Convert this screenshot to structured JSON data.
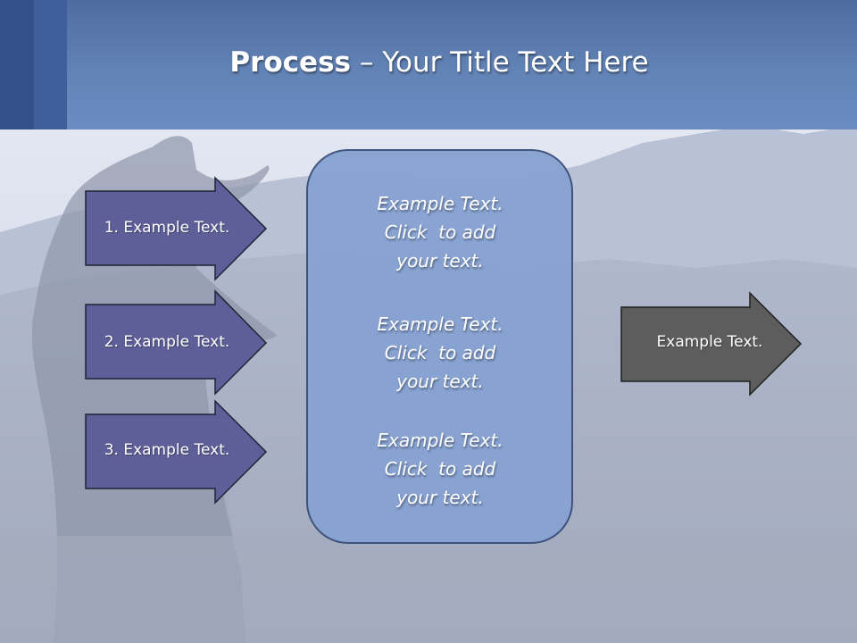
{
  "slide": {
    "title_bold": "Process",
    "title_rest": " – Your Title Text Here"
  },
  "left_arrows": [
    {
      "label": "1. Example Text."
    },
    {
      "label": "2. Example Text."
    },
    {
      "label": "3. Example Text."
    }
  ],
  "center_box": {
    "paragraphs": [
      {
        "line1": "Example Text.",
        "line2": "Click  to add",
        "line3": "your text."
      },
      {
        "line1": "Example Text.",
        "line2": "Click  to add",
        "line3": "your text."
      },
      {
        "line1": "Example Text.",
        "line2": "Click  to add",
        "line3": "your text."
      }
    ]
  },
  "right_arrow": {
    "label": "Example Text."
  },
  "colors": {
    "header": "#6283b6",
    "left_arrow_fill": "#5e5f99",
    "center_box_fill": "#87a2d2",
    "right_arrow_fill": "#5d5d5d"
  }
}
